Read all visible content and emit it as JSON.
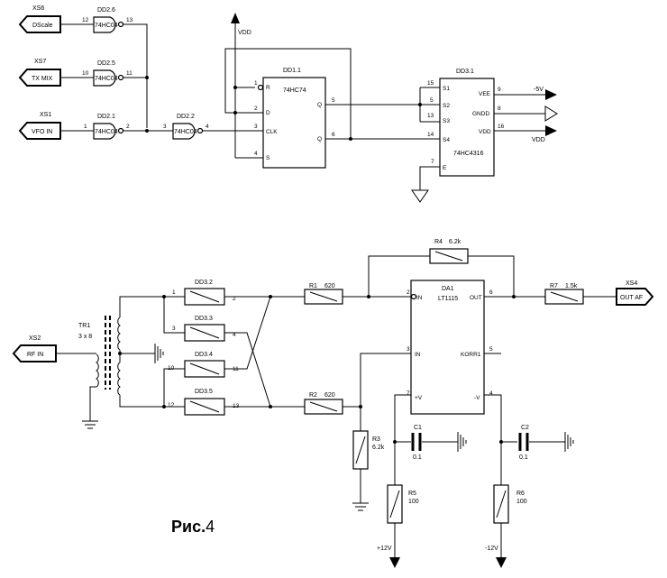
{
  "figure": {
    "caption_bold": "Рис.",
    "caption_num": "4"
  },
  "connectors": {
    "xs6": {
      "ref": "XS6",
      "label": "DScale"
    },
    "xs7": {
      "ref": "XS7",
      "label": "TX MIX"
    },
    "xs1": {
      "ref": "XS1",
      "label": "VFO IN"
    },
    "xs2": {
      "ref": "XS2",
      "label": "RF IN"
    },
    "xs4": {
      "ref": "XS4",
      "label": "OUT AF"
    }
  },
  "inverters": {
    "dd26": {
      "ref": "DD2.6",
      "type": "74HC04",
      "pin_in": "12",
      "pin_out": "13"
    },
    "dd25": {
      "ref": "DD2.5",
      "type": "74HC04",
      "pin_in": "10",
      "pin_out": "11"
    },
    "dd21": {
      "ref": "DD2.1",
      "type": "74HC04",
      "pin_in": "1",
      "pin_out": "2"
    },
    "dd22": {
      "ref": "DD2.2",
      "type": "74HC04",
      "pin_in": "3",
      "pin_out": "4"
    }
  },
  "flipflop": {
    "ref": "DD1.1",
    "type": "74HC74",
    "pins": [
      "1",
      "2",
      "3",
      "4",
      "5",
      "6"
    ],
    "pin_labels": [
      "R",
      "D",
      "CLK",
      "S",
      "Q",
      "Q"
    ]
  },
  "switch_ic": {
    "ref": "DD3.1",
    "type": "74HC4316",
    "left_pins": [
      "15",
      "5",
      "13",
      "14",
      "7"
    ],
    "left_labels": [
      "S1",
      "S2",
      "S3",
      "S4",
      "E"
    ],
    "right_pins": [
      "9",
      "8",
      "16"
    ],
    "right_labels": [
      "VEE",
      "GNDD",
      "VDD"
    ],
    "rail_m5v": "-5V",
    "rail_vdd": "VDD"
  },
  "vdd_top": "VDD",
  "transformer": {
    "ref": "TR1",
    "desc": "3 x 8"
  },
  "switches": [
    {
      "ref": "DD3.2",
      "pin_l": "1",
      "pin_r": "2"
    },
    {
      "ref": "DD3.3",
      "pin_l": "3",
      "pin_r": "4"
    },
    {
      "ref": "DD3.4",
      "pin_l": "10",
      "pin_r": "11"
    },
    {
      "ref": "DD3.5",
      "pin_l": "12",
      "pin_r": "13"
    }
  ],
  "resistors": {
    "r1": {
      "ref": "R1",
      "value": "620"
    },
    "r2": {
      "ref": "R2",
      "value": "620"
    },
    "r3": {
      "ref": "R3",
      "value": "6.2k"
    },
    "r4": {
      "ref": "R4",
      "value": "6.2k"
    },
    "r5": {
      "ref": "R5",
      "value": "100"
    },
    "r6": {
      "ref": "R6",
      "value": "100"
    },
    "r7": {
      "ref": "R7",
      "value": "1.5k"
    }
  },
  "capacitors": {
    "c1": {
      "ref": "C1",
      "value": "0.1"
    },
    "c2": {
      "ref": "C2",
      "value": "0.1"
    }
  },
  "opamp": {
    "ref": "DA1",
    "type": "LT1115",
    "labels": {
      "in_inv": "IN",
      "in_non": "IN",
      "out": "OUT",
      "korr": "KORR1",
      "vp": "+V",
      "vm": "-V"
    },
    "pins": {
      "in_inv": "2",
      "out": "6",
      "in_non": "3",
      "korr": "5",
      "vp": "7",
      "vm": "4"
    }
  },
  "rails": {
    "pos": "+12V",
    "neg": "-12V"
  }
}
